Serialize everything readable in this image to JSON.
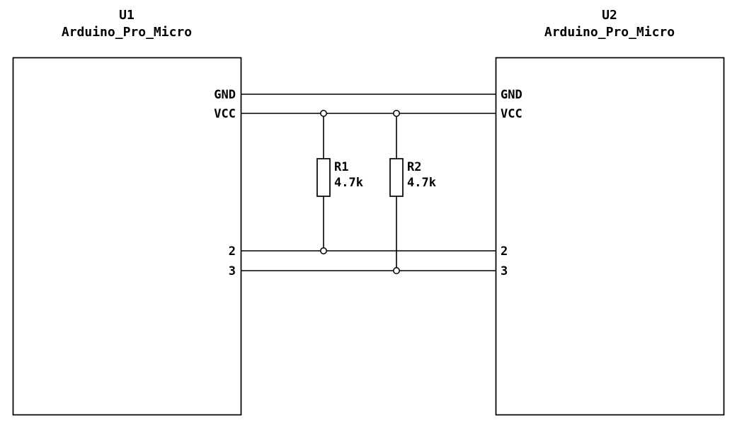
{
  "diagram": {
    "type": "circuit-schematic",
    "background_color": "#ffffff",
    "line_color": "#000000"
  },
  "components": [
    {
      "ref": "U1",
      "value": "Arduino_Pro_Micro",
      "side": "left",
      "pins": [
        "GND",
        "VCC",
        "2",
        "3"
      ]
    },
    {
      "ref": "U2",
      "value": "Arduino_Pro_Micro",
      "side": "right",
      "pins": [
        "GND",
        "VCC",
        "2",
        "3"
      ]
    }
  ],
  "resistors": [
    {
      "ref": "R1",
      "value": "4.7k",
      "connects": [
        "VCC",
        "2"
      ]
    },
    {
      "ref": "R2",
      "value": "4.7k",
      "connects": [
        "VCC",
        "3"
      ]
    }
  ],
  "nets": [
    "GND",
    "VCC",
    "2",
    "3"
  ]
}
